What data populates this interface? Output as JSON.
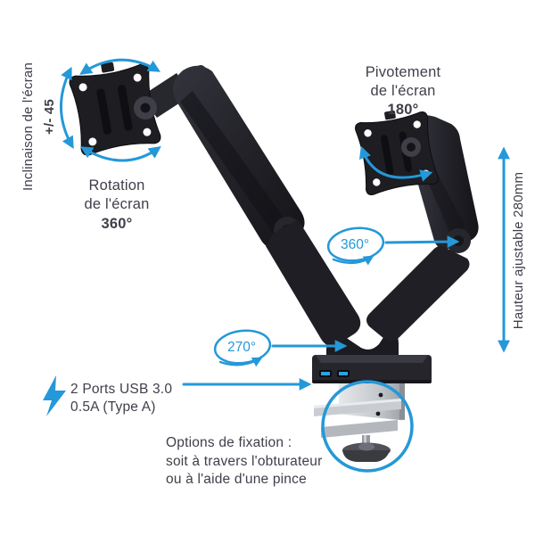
{
  "colors": {
    "accent": "#2498d8",
    "text": "#3f3f4a",
    "usb_port": "#2ba4de"
  },
  "icons": {
    "lightning": "bolt",
    "rotation_arrows": "curved-double-arrows",
    "height_arrow": "vertical-double-arrow"
  },
  "labels": {
    "tilt_line": "Inclinaison de l'écran",
    "tilt_value": "+/- 45",
    "rotation_line1": "Rotation",
    "rotation_line2": "de l'écran",
    "rotation_value": "360°",
    "pivot_line1": "Pivotement",
    "pivot_line2": "de l'écran",
    "pivot_value": "180°",
    "height_label": "Hauteur ajustable 280mm",
    "swivel_badge": "360°",
    "base_badge": "270°",
    "usb_line1": "2 Ports USB 3.0",
    "usb_line2": "0.5A (Type A)",
    "fixation_line1": "Options de fixation :",
    "fixation_line2": "soit à travers l'obturateur",
    "fixation_line3": "ou à l'aide d'une pince"
  }
}
